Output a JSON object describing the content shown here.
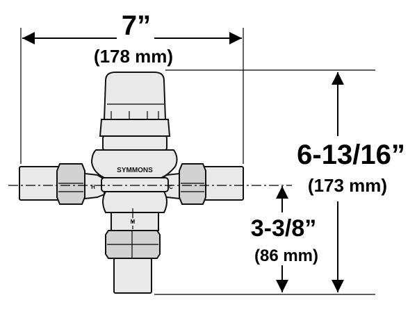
{
  "width_dimension": {
    "inches": "7”",
    "mm": "(178 mm)"
  },
  "height_dimension": {
    "inches": "6-13/16”",
    "mm": "(173 mm)"
  },
  "lower_dimension": {
    "inches": "3-3/8”",
    "mm": "(86 mm)"
  },
  "valve": {
    "brand": "SYMMONS",
    "hot_port": "H",
    "cold_port": "C",
    "mixed_port": "M"
  }
}
